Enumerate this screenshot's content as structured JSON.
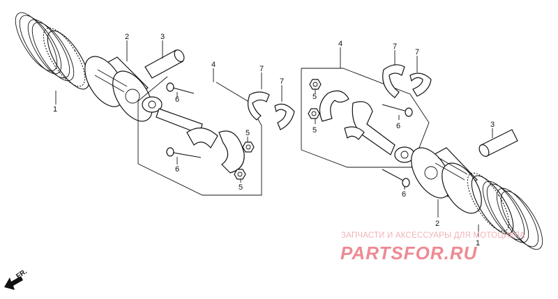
{
  "callouts": {
    "piston_ring_set": "1",
    "piston": "2",
    "piston_pin": "3",
    "connecting_rod_assy": "4",
    "nut": "5",
    "bolt": "6",
    "bearing": "7"
  },
  "direction_marker": {
    "label": "FR.",
    "icon": "front-arrow-icon"
  },
  "watermark": {
    "tagline": "ЗАПЧАСТИ И АКСЕССУАРЫ ДЛЯ МОТОЦИКЛА",
    "brand": "PARTSFOR.RU"
  },
  "colors": {
    "line_art": "#111111",
    "watermark": "#ee8a93"
  }
}
